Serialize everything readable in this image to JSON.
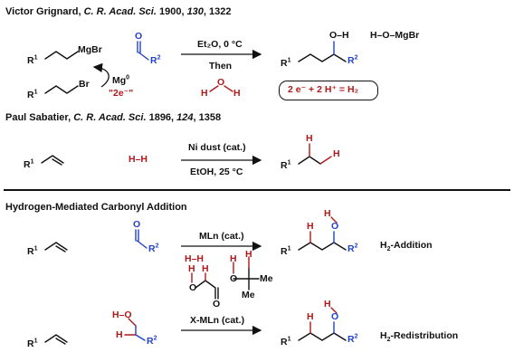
{
  "grignard": {
    "header_name": "Victor Grignard,",
    "header_journal": "C. R. Acad. Sci.",
    "header_year": "1900,",
    "header_volume": "130",
    "header_page": ", 1322",
    "r1_label": "R",
    "r1_sup": "1",
    "mgbr_label": "MgBr",
    "br_label": "Br",
    "mg_label": "Mg",
    "mg_sup": "0",
    "electrons_label": "\"2e⁻\"",
    "o_label": "O",
    "r2_label": "R",
    "r2_sup": "2",
    "conditions_top": "Et₂O, 0 °C",
    "conditions_mid": "Then",
    "water_h1": "H",
    "water_o": "O",
    "water_h2": "H",
    "product_oh": "O–H",
    "product_hmg": "H–O–MgBr",
    "box_text": "2 e⁻ + 2 H⁺ = H₂"
  },
  "sabatier": {
    "header_name": "Paul Sabatier,",
    "header_journal": "C. R. Acad. Sci.",
    "header_year": "1896,",
    "header_volume": "124",
    "header_page": ", 1358",
    "h2_label": "H–H",
    "cond_top": "Ni dust (cat.)",
    "cond_bottom": "EtOH, 25 °C",
    "h_top": "H",
    "h_right": "H"
  },
  "hydrogen_mediated": {
    "header": "Hydrogen-Mediated Carbonyl Addition",
    "addition": {
      "catalyst": "MLn (cat.)",
      "h2": "H–H",
      "formic_h": "H",
      "formic_o": "O",
      "ipa_h1": "H",
      "ipa_h2": "H",
      "ipa_o": "O",
      "me1": "Me",
      "me2": "Me",
      "product_h": "H",
      "product_oh_h": "H",
      "product_o": "O",
      "label_h": "H",
      "label_sub": "2",
      "label_rest": "-Addition"
    },
    "redistribution": {
      "catalyst": "X-MLn (cat.)",
      "ho_label": "H–O",
      "h_label": "H",
      "product_h": "H",
      "product_oh_h": "H",
      "product_o": "O",
      "label_h": "H",
      "label_sub": "2",
      "label_rest": "-Redistribution"
    }
  }
}
